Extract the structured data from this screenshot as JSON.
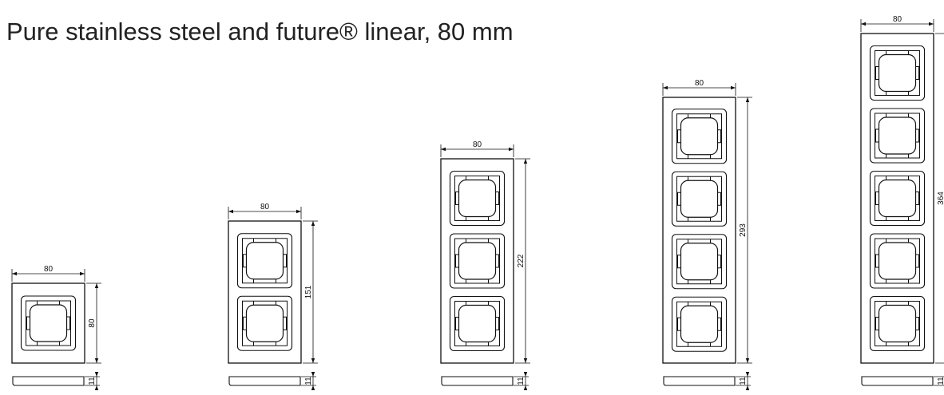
{
  "title": "Pure stainless steel and future® linear, 80 mm",
  "colors": {
    "line": "#111111",
    "background": "#ffffff",
    "title": "#222222"
  },
  "frames": [
    {
      "gangs": 1,
      "width_label": "80",
      "height_label": "80",
      "depth_label": "11"
    },
    {
      "gangs": 2,
      "width_label": "80",
      "height_label": "151",
      "depth_label": "11"
    },
    {
      "gangs": 3,
      "width_label": "80",
      "height_label": "222",
      "depth_label": "11"
    },
    {
      "gangs": 4,
      "width_label": "80",
      "height_label": "293",
      "depth_label": "11"
    },
    {
      "gangs": 5,
      "width_label": "80",
      "height_label": "364",
      "depth_label": "11"
    }
  ]
}
